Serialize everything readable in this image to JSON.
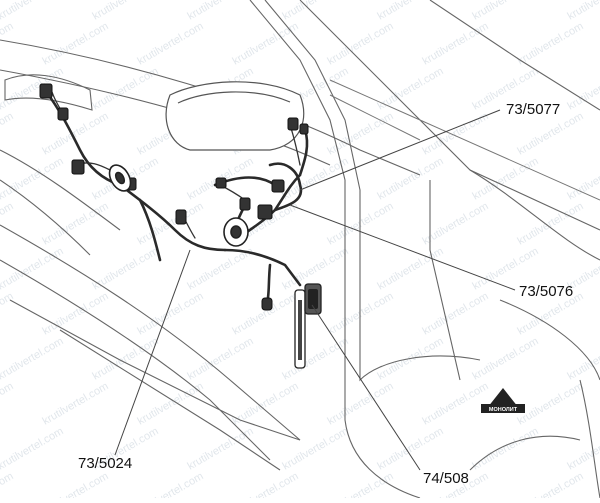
{
  "labels": {
    "callout_1": "73/5077",
    "callout_2": "73/5076",
    "callout_3": "73/5024",
    "callout_4": "74/508"
  },
  "logo": {
    "text": "МОНОЛИТ"
  },
  "watermark": {
    "text": "krutilvertel.com"
  },
  "colors": {
    "line": "#555555",
    "harness": "#2a2a2a",
    "watermark": "#c9d3dc",
    "logo_fill": "#222222"
  }
}
